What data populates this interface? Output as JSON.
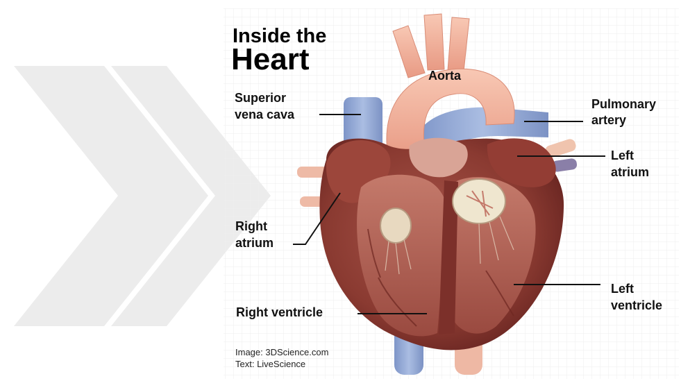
{
  "title": {
    "line1": "Inside the",
    "line2": "Heart"
  },
  "labels": {
    "aorta": "Aorta",
    "superior_vena_cava_1": "Superior",
    "superior_vena_cava_2": "vena cava",
    "pulmonary_artery_1": "Pulmonary",
    "pulmonary_artery_2": "artery",
    "left_atrium_1": "Left",
    "left_atrium_2": "atrium",
    "right_atrium_1": "Right",
    "right_atrium_2": "atrium",
    "left_ventricle_1": "Left",
    "left_ventricle_2": "ventricle",
    "right_ventricle": "Right ventricle"
  },
  "credits": {
    "image": "Image: 3DScience.com",
    "text": "Text: LiveScience"
  },
  "colors": {
    "watermark": "#ececec",
    "vein_blue": "#8fa8d8",
    "aorta_pink": "#f3b29c",
    "myocardium": "#8e3a32",
    "interior": "#b8675a"
  }
}
